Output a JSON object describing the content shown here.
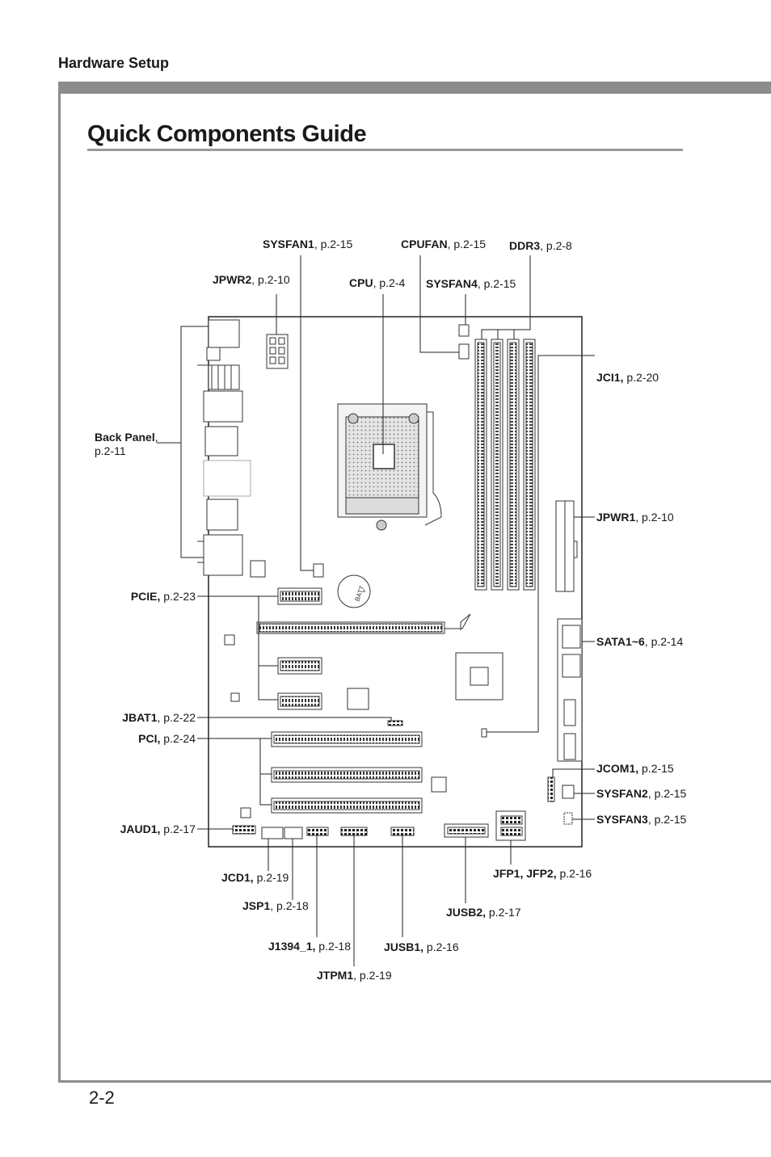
{
  "header": {
    "section": "Hardware Setup"
  },
  "page": {
    "title": "Quick Components Guide",
    "number": "2-2"
  },
  "callouts": [
    {
      "id": "sysfan1",
      "name": "SYSFAN1",
      "sep": ", ",
      "ref": "p.2-15"
    },
    {
      "id": "cpufan",
      "name": "CPUFAN",
      "sep": ", ",
      "ref": "p.2-15"
    },
    {
      "id": "ddr3",
      "name": "DDR3",
      "sep": ", ",
      "ref": "p.2-8"
    },
    {
      "id": "jpwr2",
      "name": "JPWR2",
      "sep": ", ",
      "ref": "p.2-10"
    },
    {
      "id": "cpu",
      "name": "CPU",
      "sep": ", ",
      "ref": "p.2-4"
    },
    {
      "id": "sysfan4",
      "name": "SYSFAN4",
      "sep": ", ",
      "ref": "p.2-15"
    },
    {
      "id": "jci1",
      "name": "JCI1,",
      "sep": " ",
      "ref": "p.2-20"
    },
    {
      "id": "backpanel",
      "name": "Back Panel",
      "sep": ",",
      "ref": "p.2-11"
    },
    {
      "id": "jpwr1",
      "name": "JPWR1",
      "sep": ", ",
      "ref": "p.2-10"
    },
    {
      "id": "pcie",
      "name": "PCIE,",
      "sep": " ",
      "ref": "p.2-23"
    },
    {
      "id": "sata",
      "name": "SATA1~6",
      "sep": ", ",
      "ref": "p.2-14"
    },
    {
      "id": "jbat1",
      "name": "JBAT1",
      "sep": ", ",
      "ref": "p.2-22"
    },
    {
      "id": "pci",
      "name": "PCI,",
      "sep": " ",
      "ref": "p.2-24"
    },
    {
      "id": "jcom1",
      "name": "JCOM1,",
      "sep": " ",
      "ref": "p.2-15"
    },
    {
      "id": "sysfan2",
      "name": "SYSFAN2",
      "sep": ", ",
      "ref": "p.2-15"
    },
    {
      "id": "jaud1",
      "name": "JAUD1,",
      "sep": " ",
      "ref": "p.2-17"
    },
    {
      "id": "sysfan3",
      "name": "SYSFAN3",
      "sep": ", ",
      "ref": "p.2-15"
    },
    {
      "id": "jcd1",
      "name": "JCD1,",
      "sep": " ",
      "ref": "p.2-19"
    },
    {
      "id": "jfp",
      "name": "JFP1, JFP2,",
      "sep": " ",
      "ref": "p.2-16"
    },
    {
      "id": "jsp1",
      "name": "JSP1",
      "sep": ", ",
      "ref": "p.2-18"
    },
    {
      "id": "jusb2",
      "name": "JUSB2,",
      "sep": " ",
      "ref": "p.2-17"
    },
    {
      "id": "j1394",
      "name": "J1394_1,",
      "sep": " ",
      "ref": "p.2-18"
    },
    {
      "id": "jusb1",
      "name": "JUSB1,",
      "sep": " ",
      "ref": "p.2-16"
    },
    {
      "id": "jtpm1",
      "name": "JTPM1",
      "sep": ", ",
      "ref": "p.2-19"
    }
  ],
  "board": {
    "battery_text": "BATT",
    "battery_sign": "+"
  }
}
